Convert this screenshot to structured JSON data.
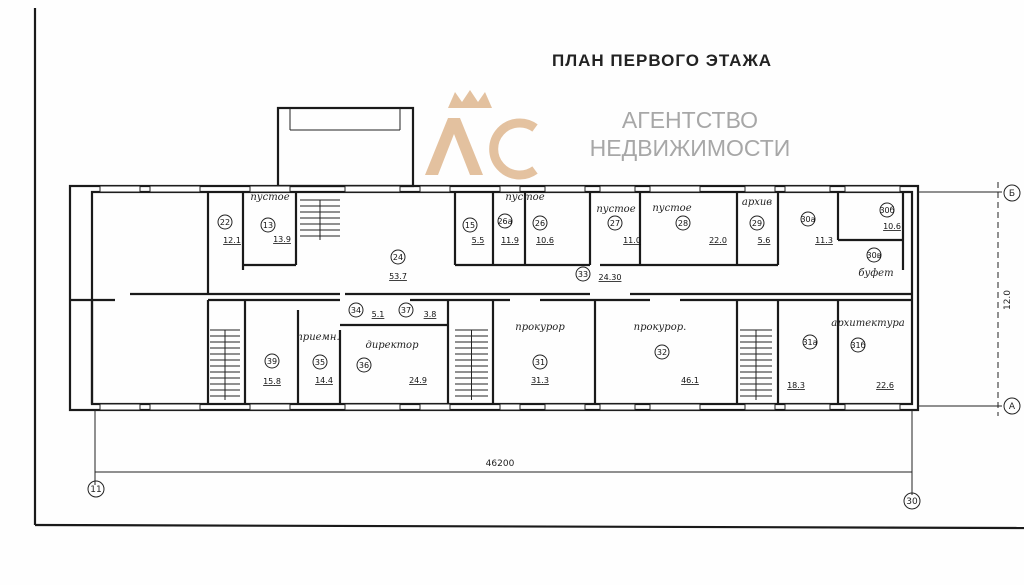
{
  "title": "ПЛАН ПЕРВОГО ЭТАЖА",
  "watermark": {
    "line1": "АГЕНТСТВО",
    "line2": "НЕДВИЖИМОСТИ",
    "logo_letters": "АС",
    "color": "#d9a877"
  },
  "dimensions": {
    "length": "46200",
    "width": "12.0"
  },
  "axes": {
    "top": "Б",
    "bottom": "А",
    "left": "11",
    "right": "30"
  },
  "rooms": [
    {
      "id": "22",
      "area": "12.1",
      "note": ""
    },
    {
      "id": "13",
      "area": "13.9",
      "note": "пустое"
    },
    {
      "id": "15",
      "area": "5.5",
      "note": ""
    },
    {
      "id": "26а",
      "area": "11.9",
      "note": ""
    },
    {
      "id": "26",
      "area": "10.6",
      "note": "пустое"
    },
    {
      "id": "27",
      "area": "11.0",
      "note": "пустое"
    },
    {
      "id": "28",
      "area": "22.0",
      "note": "пустое"
    },
    {
      "id": "29",
      "area": "5.6",
      "note": "архив"
    },
    {
      "id": "30а",
      "area": "11.3",
      "note": ""
    },
    {
      "id": "30б",
      "area": "10.6",
      "note": ""
    },
    {
      "id": "30в",
      "area": "",
      "note": "буфет"
    },
    {
      "id": "24",
      "area": "53.7",
      "note": ""
    },
    {
      "id": "33",
      "area": "24.30",
      "note": ""
    },
    {
      "id": "34",
      "area": "5.1",
      "note": ""
    },
    {
      "id": "37",
      "area": "3.8",
      "note": ""
    },
    {
      "id": "39",
      "area": "15.8",
      "note": ""
    },
    {
      "id": "35",
      "area": "14.4",
      "note": "приемн."
    },
    {
      "id": "36",
      "area": "24.9",
      "note": "директор"
    },
    {
      "id": "31",
      "area": "31.3",
      "note": "прокурор"
    },
    {
      "id": "32",
      "area": "46.1",
      "note": "прокурор."
    },
    {
      "id": "31а",
      "area": "18.3",
      "note": ""
    },
    {
      "id": "31б",
      "area": "22.6",
      "note": "архитектура"
    }
  ]
}
